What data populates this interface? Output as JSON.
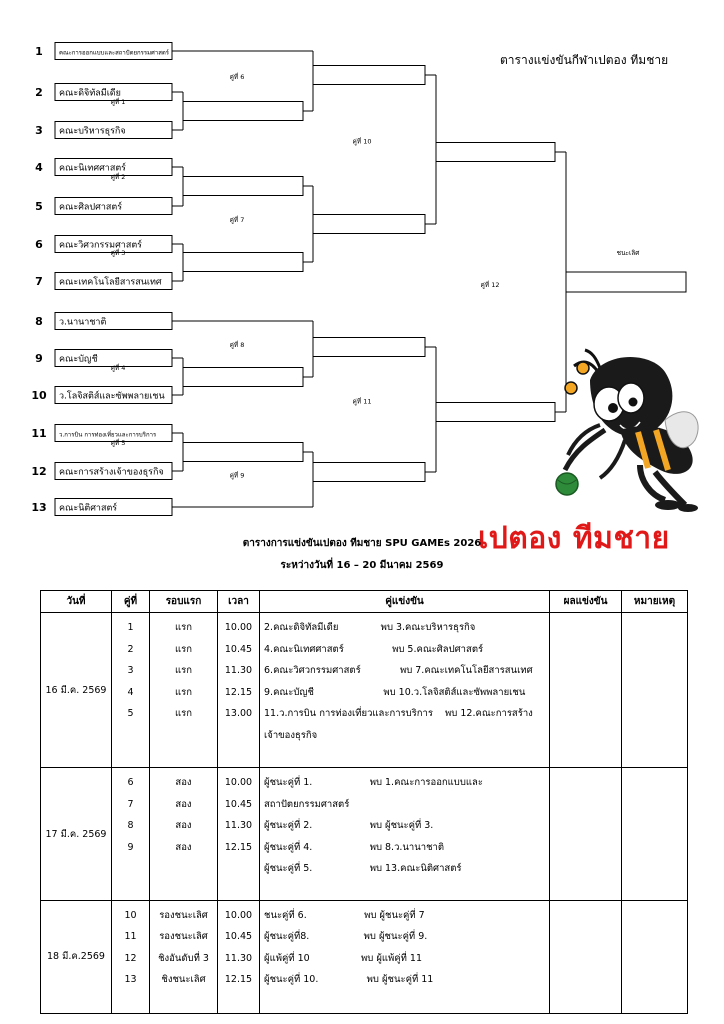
{
  "title_right": "ตารางแข่งขันกีฬาเปตอง ทีมชาย",
  "big_title": "เปตอง ทีมชาย",
  "teams": [
    {
      "seed": "1",
      "name": "คณะการออกแบบและสถาปัตยกรรมศาสตร์",
      "small": true
    },
    {
      "seed": "2",
      "name": "คณะดิจิทัลมีเดีย"
    },
    {
      "seed": "3",
      "name": "คณะบริหารธุรกิจ"
    },
    {
      "seed": "4",
      "name": "คณะนิเทศศาสตร์"
    },
    {
      "seed": "5",
      "name": "คณะศิลปศาสตร์"
    },
    {
      "seed": "6",
      "name": "คณะวิศวกรรมศาสตร์"
    },
    {
      "seed": "7",
      "name": "คณะเทคโนโลยีสารสนเทศ"
    },
    {
      "seed": "8",
      "name": "ว.นานาชาติ"
    },
    {
      "seed": "9",
      "name": "คณะบัญชี"
    },
    {
      "seed": "10",
      "name": "ว.โลจิสติส์และซัพพลายเชน"
    },
    {
      "seed": "11",
      "name": "ว.การบิน การท่องเที่ยวและการบริการ",
      "small": true
    },
    {
      "seed": "12",
      "name": "คณะการสร้างเจ้าของธุรกิจ"
    },
    {
      "seed": "13",
      "name": "คณะนิติศาสตร์"
    }
  ],
  "pairs": [
    "คู่ที่ 1",
    "คู่ที่ 2",
    "คู่ที่ 3",
    "คู่ที่ 4",
    "คู่ที่ 5",
    "คู่ที่ 6",
    "คู่ที่ 7",
    "คู่ที่ 8",
    "คู่ที่ 9",
    "คู่ที่ 10",
    "คู่ที่ 11",
    "คู่ที่ 12"
  ],
  "winner_label": "ชนะเลิศ",
  "schedule": {
    "title": "ตารางการแข่งขันเปตอง ทีมชาย SPU GAMEs 2026",
    "subtitle": "ระหว่างวันที่ 16 – 20 มีนาคม  2569",
    "headers": [
      "วันที่",
      "คู่ที่",
      "รอบแรก",
      "เวลา",
      "คู่แข่งขัน",
      "ผลแข่งขัน",
      "หมายเหตุ"
    ],
    "groups": [
      {
        "date": "16 มี.ค. 2569",
        "pairs": [
          "1",
          "2",
          "3",
          "4",
          "5"
        ],
        "rounds": [
          "แรก",
          "แรก",
          "แรก",
          "แรก",
          "แรก"
        ],
        "times": [
          "10.00",
          "10.45",
          "11.30",
          "12.15",
          "13.00"
        ],
        "matches": [
          "2.คณะดิจิทัลมีเดีย              พบ 3.คณะบริหารธุรกิจ",
          "4.คณะนิเทศศาสตร์                พบ 5.คณะศิลปศาสตร์",
          "6.คณะวิศวกรรมศาสตร์             พบ 7.คณะเทคโนโลยีสารสนเทศ",
          "9.คณะบัญชี                       พบ 10.ว.โลจิสติส์และซัพพลายเชน",
          "11.ว.การบิน การท่องเที่ยวและการบริการ    พบ 12.คณะการสร้าง",
          "เจ้าของธุรกิจ"
        ]
      },
      {
        "date": "17 มี.ค. 2569",
        "pairs": [
          "6",
          "7",
          "8",
          "9"
        ],
        "rounds": [
          "สอง",
          "สอง",
          "สอง",
          "สอง"
        ],
        "times": [
          "10.00",
          "10.45",
          "11.30",
          "12.15"
        ],
        "matches": [
          "ผู้ชนะคู่ที่ 1.                   พบ 1.คณะการออกแบบและ",
          "สถาปัตยกรรมศาสตร์",
          "ผู้ชนะคู่ที่ 2.                   พบ ผู้ชนะคู่ที่ 3.",
          "ผู้ชนะคู่ที่ 4.                   พบ 8.ว.นานาชาติ",
          "ผู้ชนะคู่ที่ 5.                   พบ 13.คณะนิติศาสตร์"
        ]
      },
      {
        "date": "18 มี.ค.2569",
        "pairs": [
          "10",
          "11",
          "12",
          "13"
        ],
        "rounds": [
          "รองชนะเลิศ",
          "รองชนะเลิศ",
          "ชิงอันดับที่ 3",
          "ชิงชนะเลิศ"
        ],
        "times": [
          "10.00",
          "10.45",
          "11.30",
          "12.15"
        ],
        "matches": [
          "ชนะคู่ที่ 6.                   พบ ผู้ชนะคู่ที่ 7",
          "ผู้ชนะคู่ที่8.                  พบ ผู้ชนะคู่ที่ 9.",
          "ผู้แพ้คู่ที่ 10                 พบ ผู้แพ้คู่ที่ 11",
          "ผู้ชนะคู่ที่ 10.                พบ ผู้ชนะคู่ที่ 11"
        ]
      }
    ]
  }
}
